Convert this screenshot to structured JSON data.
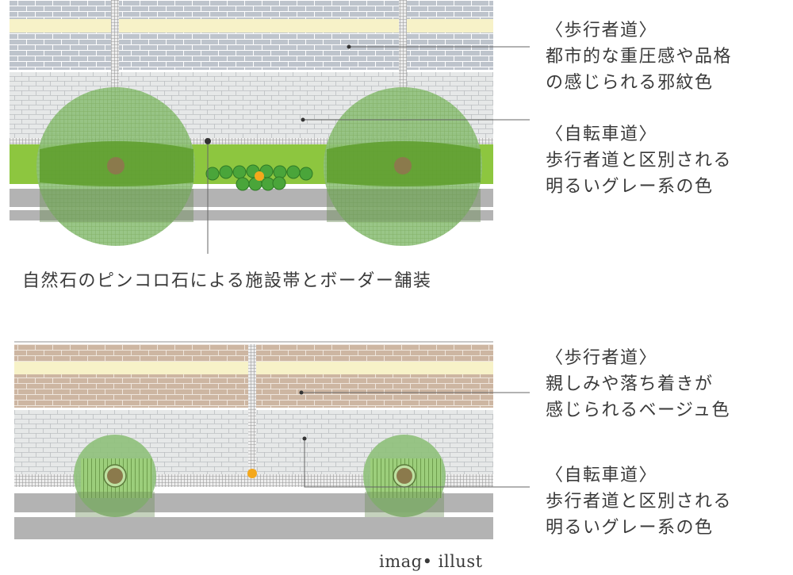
{
  "top_plan": {
    "callouts": [
      {
        "heading": "〈歩行者道〉",
        "lines": [
          "都市的な重圧感や品格",
          "の感じられる邪紋色"
        ]
      },
      {
        "heading": "〈自転車道〉",
        "lines": [
          "歩行者道と区別される",
          "明るいグレー系の色"
        ]
      }
    ],
    "caption": "自然石のピンコロ石による施設帯とボーダー舗装"
  },
  "bottom_plan": {
    "callouts": [
      {
        "heading": "〈歩行者道〉",
        "lines": [
          "親しみや落ち着きが",
          "感じられるベージュ色"
        ]
      },
      {
        "heading": "〈自転車道〉",
        "lines": [
          "歩行者道と区別される",
          "明るいグレー系の色"
        ]
      }
    ]
  },
  "credit": "imag• illust",
  "colors": {
    "pedestrian_gray": "#bec4cc",
    "pedestrian_beige": "#cdb6a2",
    "bicycle_lane": "#e6e8e8",
    "accent_stripe": "#f7f2c8",
    "planting_strip": "#8dc63f",
    "tree_light": "#8ec07a",
    "shrub": "#4aa53a",
    "marker_orange": "#f4a81c",
    "road": "#b3b3b3"
  }
}
